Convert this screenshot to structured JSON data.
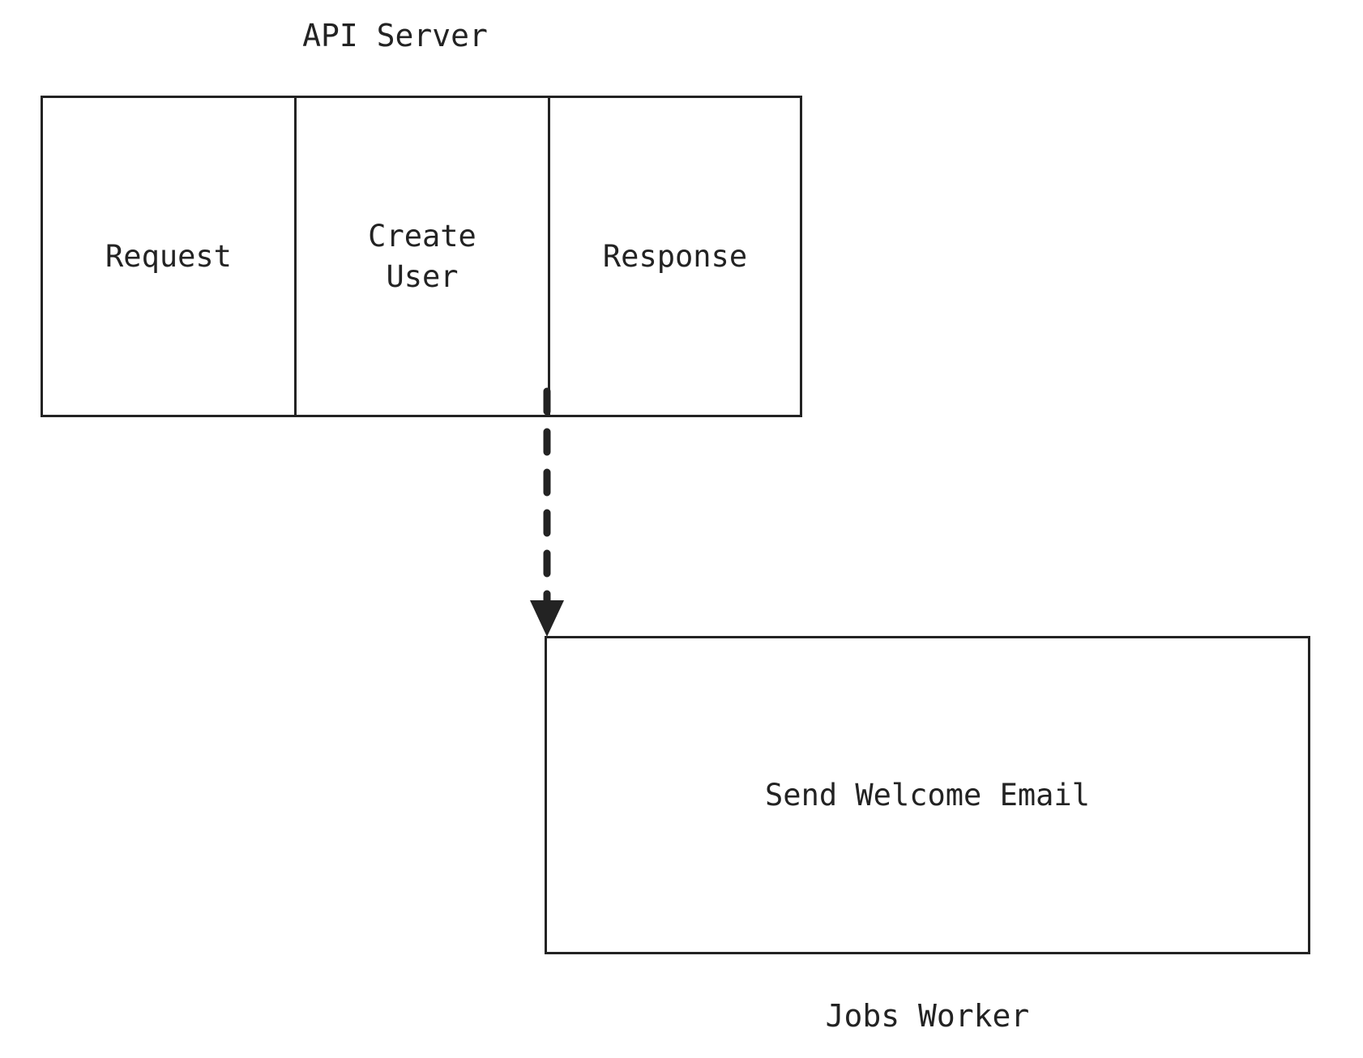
{
  "diagram": {
    "title_text": "API Server",
    "type": "flow-diagram",
    "background_color": "#ffffff",
    "stroke_color": "#232323",
    "text_color": "#232323"
  },
  "groups": [
    {
      "id": "api-server",
      "label": "API Server",
      "label_position": "top",
      "cells": [
        {
          "id": "request",
          "label": "Request"
        },
        {
          "id": "create-user",
          "label": "Create\nUser"
        },
        {
          "id": "response",
          "label": "Response"
        }
      ]
    },
    {
      "id": "jobs-worker",
      "label": "Jobs Worker",
      "label_position": "bottom",
      "cells": [
        {
          "id": "send-welcome-email",
          "label": "Send Welcome Email"
        }
      ]
    }
  ],
  "api_server": {
    "title": "API Server",
    "request_label": "Request",
    "create_user_label": "Create\nUser",
    "response_label": "Response"
  },
  "jobs_worker": {
    "title": "Jobs Worker",
    "send_welcome_email_label": "Send Welcome Email"
  },
  "connector": {
    "id": "create-user-to-jobs-worker",
    "style": "dashed",
    "arrowhead": "filled-triangle",
    "from": "Create User",
    "to": "Send Welcome Email",
    "label": "",
    "color": "#232323"
  }
}
